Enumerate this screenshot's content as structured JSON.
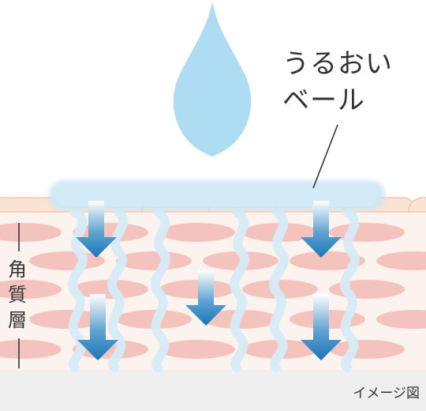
{
  "labels": {
    "veil_line1": "うるおい",
    "veil_line2": "ベール",
    "layer_char1": "角",
    "layer_char2": "質",
    "layer_char3": "層",
    "caption": "イメージ図"
  },
  "colors": {
    "drop": "#aedcf2",
    "veil": "#cbe6f5",
    "cell": "#f4c3bd",
    "cell_top": "#f8dccd",
    "wave": "#d6ecf8",
    "arrow_top": "#ffffff",
    "arrow_bottom": "#1a76b8",
    "floor": "#efefef",
    "text": "#333333"
  }
}
